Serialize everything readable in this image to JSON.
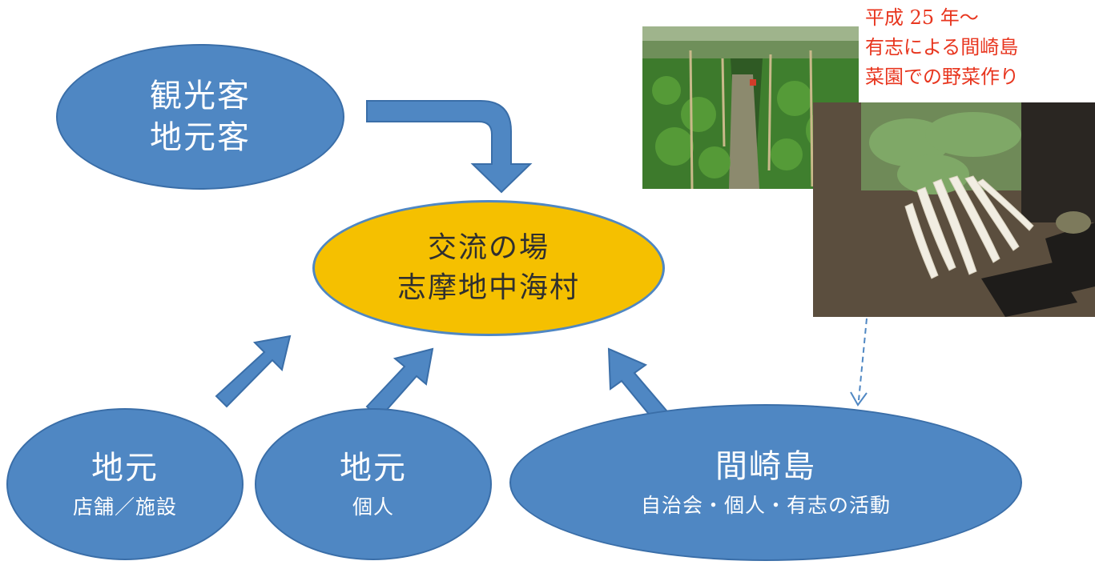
{
  "nodes": {
    "visitors": {
      "line1": "観光客",
      "line2": "地元客"
    },
    "center": {
      "line1": "交流の場",
      "line2": "志摩地中海村"
    },
    "local_shops": {
      "title": "地元",
      "subtitle": "店舗／施設"
    },
    "local_individuals": {
      "title": "地元",
      "subtitle": "個人"
    },
    "mazakijima": {
      "title": "間崎島",
      "subtitle": "自治会・個人・有志の活動"
    }
  },
  "note": {
    "lines": [
      "平成 25 年〜",
      "有志による間崎島",
      "菜園での野菜作り"
    ]
  },
  "photos": [
    {
      "subject": "vegetable-garden-rows"
    },
    {
      "subject": "harvested-daikon-radishes"
    }
  ],
  "colors": {
    "node_blue": "#4f87c3",
    "node_blue_border": "#3a6ea8",
    "center_yellow": "#f5c000",
    "note_red": "#e8361f",
    "dashed_arrow": "#4f87c3"
  }
}
